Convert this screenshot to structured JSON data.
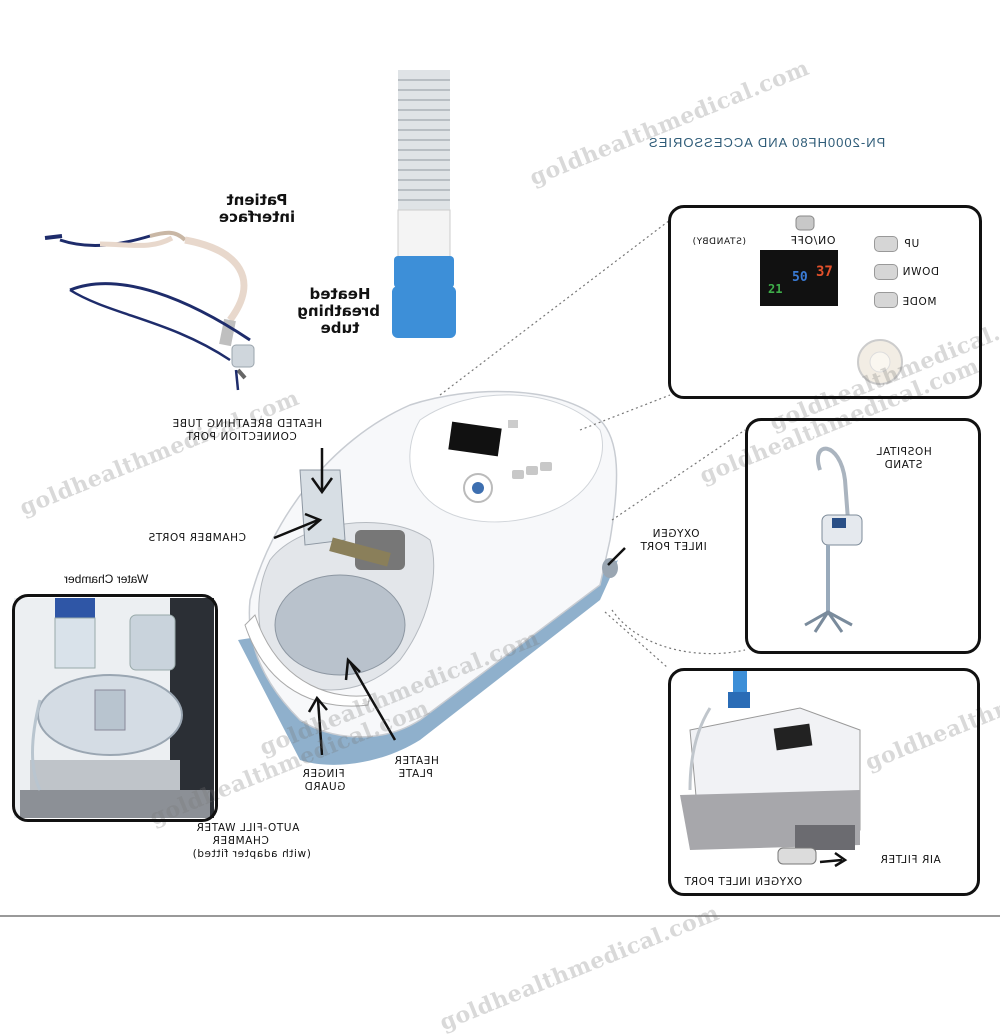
{
  "header": {
    "title": "PN-2000HF80 AND ACCESSORIES"
  },
  "watermarks": [
    "goldhealthmedical.com",
    "goldhealthmedical.com",
    "goldhealthmedical.com",
    "goldhealthmedical.com",
    "goldhealthmedical.com",
    "goldhealthmedical.com",
    "goldhealthmedical.com",
    "goldhealthme"
  ],
  "labels": {
    "patient_interface": "Patient interface",
    "heated_tube": "Heated breathing tube",
    "tube_port_1": "HEATED BREATHING TUBE",
    "tube_port_2": "CONNECTION PORT",
    "chamber_ports": "CHAMBER PORTS",
    "water_chamber": "Water Chamber",
    "autofill_1": "AUTO-FILL WATER",
    "autofill_2": "CHAMBER",
    "autofill_3": "(with adapter fitted)",
    "finger_guard_1": "FINGER",
    "finger_guard_2": "GUARD",
    "heater_plate_1": "HEATER",
    "heater_plate_2": "PLATE",
    "oxygen_inlet_1": "OXYGEN",
    "oxygen_inlet_2": "INLET PORT",
    "hospital_stand_1": "HOSPITAL",
    "hospital_stand_2": "STAND",
    "air_filter": "AIR FILTER",
    "oxygen_inlet_port": "OXYGEN INLET PORT"
  },
  "control_panel": {
    "power_label": "ON/OFF",
    "standby_label": "(STANDBY)",
    "up_label": "UP",
    "down_label": "DOWN",
    "mode_label": "MODE",
    "display_temp": "37",
    "display_flow": "50",
    "display_o2": "21",
    "display_temp_color": "#e2502b",
    "display_flow_color": "#3a7bd5",
    "display_o2_color": "#3fae4a"
  },
  "colors": {
    "device_blue": "#8fb0cc",
    "tube_blue": "#3d8fd8",
    "strap_navy": "#1e2c6b"
  }
}
